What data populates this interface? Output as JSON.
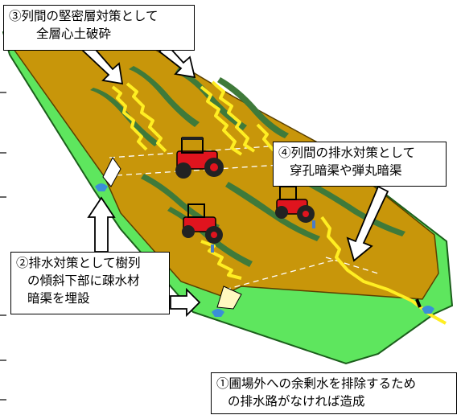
{
  "callouts": {
    "c3": {
      "line1": "③列間の堅密層対策として",
      "line2": "全層心土破砕"
    },
    "c4": {
      "line1": "④列間の排水対策として",
      "line2": "穿孔暗渠や弾丸暗渠"
    },
    "c2": {
      "line1": "②排水対策として樹列",
      "line2": "の傾斜下部に疎水材",
      "line3": "暗渠を埋設"
    },
    "c1": {
      "line1": "①圃場外への余剰水を排除するため",
      "line2": "の排水路がなければ造成"
    }
  },
  "colors": {
    "field": "#c8960a",
    "field_edge": "#7a5a00",
    "border_green": "#5ee65e",
    "crop_row": "#3f7a3a",
    "subsoil_line": "#ffee22",
    "tractor_red": "#e0141e",
    "pipe_gray": "#ffffff",
    "outlet_blue": "#3a8fd8"
  },
  "icons": [
    "tractor-icon",
    "arrow-icon",
    "drain-outlet-icon"
  ]
}
